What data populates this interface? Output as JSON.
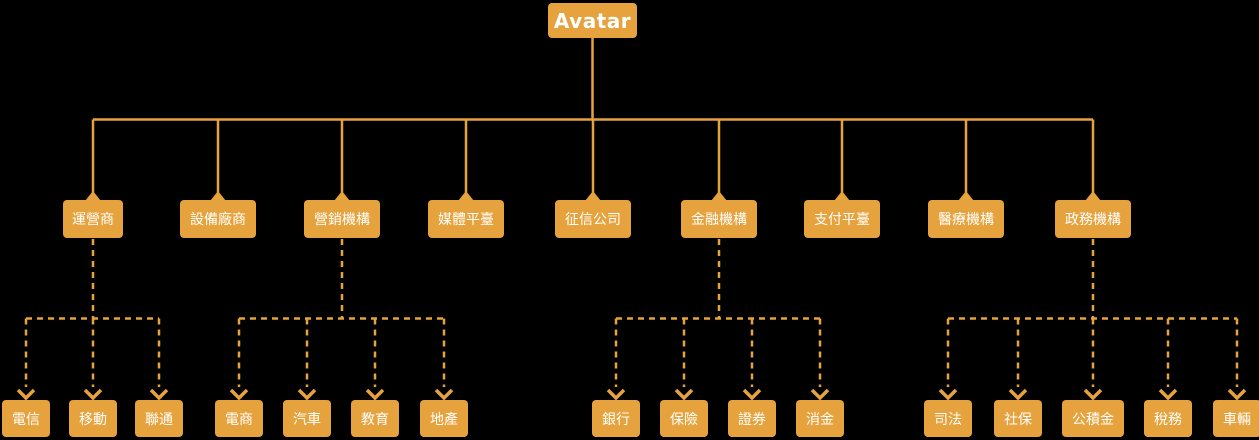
{
  "title": "Avatar data-source tree diagram",
  "colors": {
    "accent": "#E6A23C",
    "node_text": "#FFFFFF",
    "background": "#000000"
  },
  "chart_data": {
    "type": "tree",
    "root": {
      "label": "Avatar"
    },
    "level2": [
      {
        "label": "運營商"
      },
      {
        "label": "設備廠商"
      },
      {
        "label": "營銷機構"
      },
      {
        "label": "媒體平臺"
      },
      {
        "label": "征信公司"
      },
      {
        "label": "金融機構"
      },
      {
        "label": "支付平臺"
      },
      {
        "label": "醫療機構"
      },
      {
        "label": "政務機構"
      }
    ],
    "leaf_groups": [
      {
        "parent": "運營商",
        "children": [
          {
            "label": "電信"
          },
          {
            "label": "移動"
          },
          {
            "label": "聯通"
          }
        ]
      },
      {
        "parent": "營銷機構",
        "children": [
          {
            "label": "電商"
          },
          {
            "label": "汽車"
          },
          {
            "label": "教育"
          },
          {
            "label": "地產"
          }
        ]
      },
      {
        "parent": "金融機構",
        "children": [
          {
            "label": "銀行"
          },
          {
            "label": "保險"
          },
          {
            "label": "證券"
          },
          {
            "label": "消金"
          }
        ]
      },
      {
        "parent": "政務機構",
        "children": [
          {
            "label": "司法"
          },
          {
            "label": "社保"
          },
          {
            "label": "公積金"
          },
          {
            "label": "稅務"
          },
          {
            "label": "車輛"
          }
        ]
      }
    ],
    "link_styles": {
      "root_to_level2": "solid",
      "level2_to_leaf": "dashed-arrow"
    }
  }
}
